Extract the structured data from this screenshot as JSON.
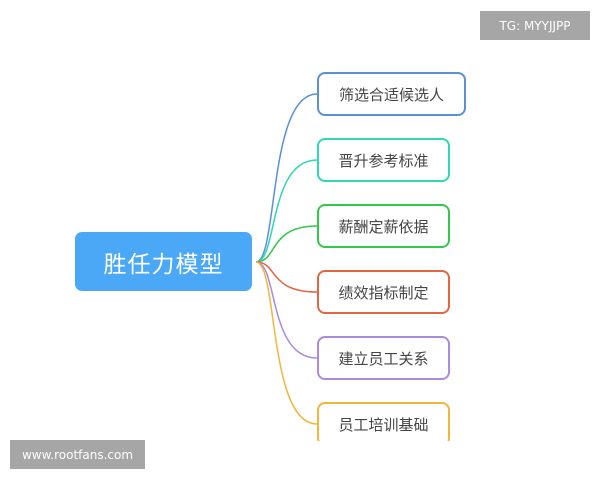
{
  "root": {
    "label": "胜任力模型",
    "color": "#4aa8f6"
  },
  "branches": [
    {
      "label": "筛选合适候选人",
      "color": "#5b8fd6"
    },
    {
      "label": "晋升参考标准",
      "color": "#2fd6b8"
    },
    {
      "label": "薪酬定薪依据",
      "color": "#33c84a"
    },
    {
      "label": "绩效指标制定",
      "color": "#e0673f"
    },
    {
      "label": "建立员工关系",
      "color": "#a98be0"
    },
    {
      "label": "员工培训基础",
      "color": "#f3b53a"
    }
  ],
  "watermarks": {
    "top_right": "TG: MYYJJPP",
    "bottom_left": "www.rootfans.com"
  }
}
